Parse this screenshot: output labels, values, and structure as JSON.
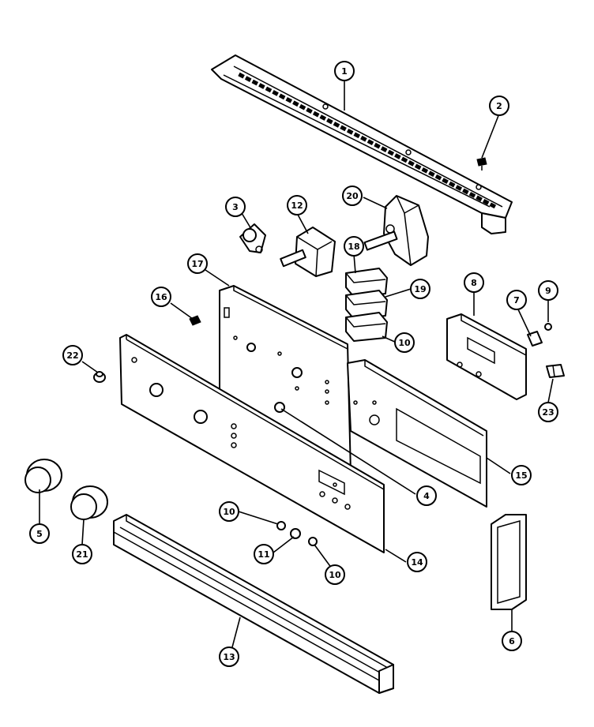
{
  "callouts": [
    {
      "id": "c1",
      "label": "1"
    },
    {
      "id": "c2",
      "label": "2"
    },
    {
      "id": "c3",
      "label": "3"
    },
    {
      "id": "c12",
      "label": "12"
    },
    {
      "id": "c20",
      "label": "20"
    },
    {
      "id": "c18",
      "label": "18"
    },
    {
      "id": "c19",
      "label": "19"
    },
    {
      "id": "c10a",
      "label": "10"
    },
    {
      "id": "c17",
      "label": "17"
    },
    {
      "id": "c16",
      "label": "16"
    },
    {
      "id": "c8",
      "label": "8"
    },
    {
      "id": "c7",
      "label": "7"
    },
    {
      "id": "c9",
      "label": "9"
    },
    {
      "id": "c22",
      "label": "22"
    },
    {
      "id": "c23",
      "label": "23"
    },
    {
      "id": "c15",
      "label": "15"
    },
    {
      "id": "c4",
      "label": "4"
    },
    {
      "id": "c5",
      "label": "5"
    },
    {
      "id": "c21",
      "label": "21"
    },
    {
      "id": "c10b",
      "label": "10"
    },
    {
      "id": "c11",
      "label": "11"
    },
    {
      "id": "c10c",
      "label": "10"
    },
    {
      "id": "c14",
      "label": "14"
    },
    {
      "id": "c13",
      "label": "13"
    },
    {
      "id": "c6",
      "label": "6"
    }
  ]
}
